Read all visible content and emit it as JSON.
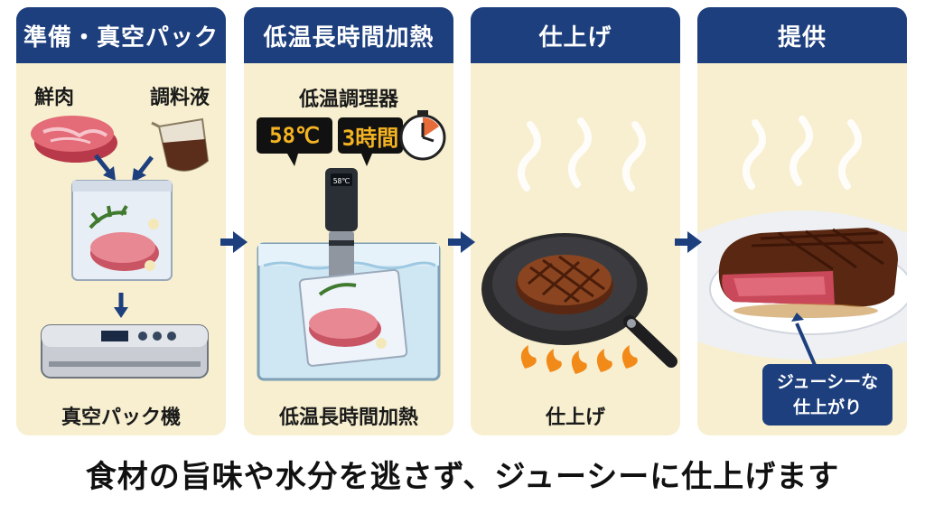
{
  "steps": [
    {
      "title": "準備・真空パック",
      "items": {
        "meat": "鮮肉",
        "seasoning": "調料液"
      },
      "bottom": "真空パック機"
    },
    {
      "title": "低温長時間加熱",
      "device": "低温調理器",
      "temp": "58℃",
      "time": "3時間",
      "bottom": "低温長時間加熱"
    },
    {
      "title": "仕上げ",
      "bottom": "仕上げ"
    },
    {
      "title": "提供",
      "badge_line1": "ジューシーな",
      "badge_line2": "仕上がり"
    }
  ],
  "device_display": "58℃",
  "caption": "食材の旨味や水分を逃さず、ジューシーに仕上げます",
  "colors": {
    "header": "#1d3f7e",
    "panel": "#f7efcf",
    "lcd_text": "#f4b322"
  }
}
